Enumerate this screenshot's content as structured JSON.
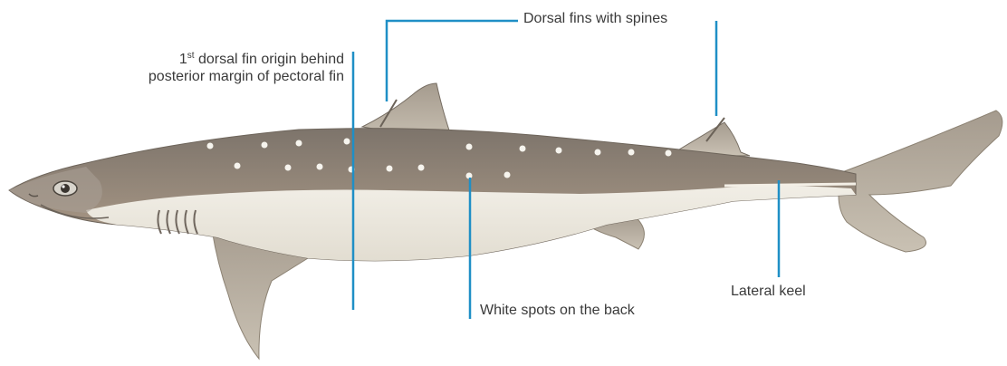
{
  "annotations": {
    "first_dorsal": {
      "sup": "st",
      "line1": "dorsal fin origin behind",
      "line2": "posterior margin of pectoral fin",
      "prefix": "1"
    },
    "dorsal_spines": "Dorsal fins with spines",
    "white_spots": "White spots on the back",
    "lateral_keel": "Lateral keel"
  },
  "colors": {
    "leader_line": "#1f8fc6",
    "body_dark": "#8a7f74",
    "belly": "#eeeae0",
    "fin": "#b2a999",
    "spot": "#f6f4ee",
    "text": "#3a3a3a"
  }
}
